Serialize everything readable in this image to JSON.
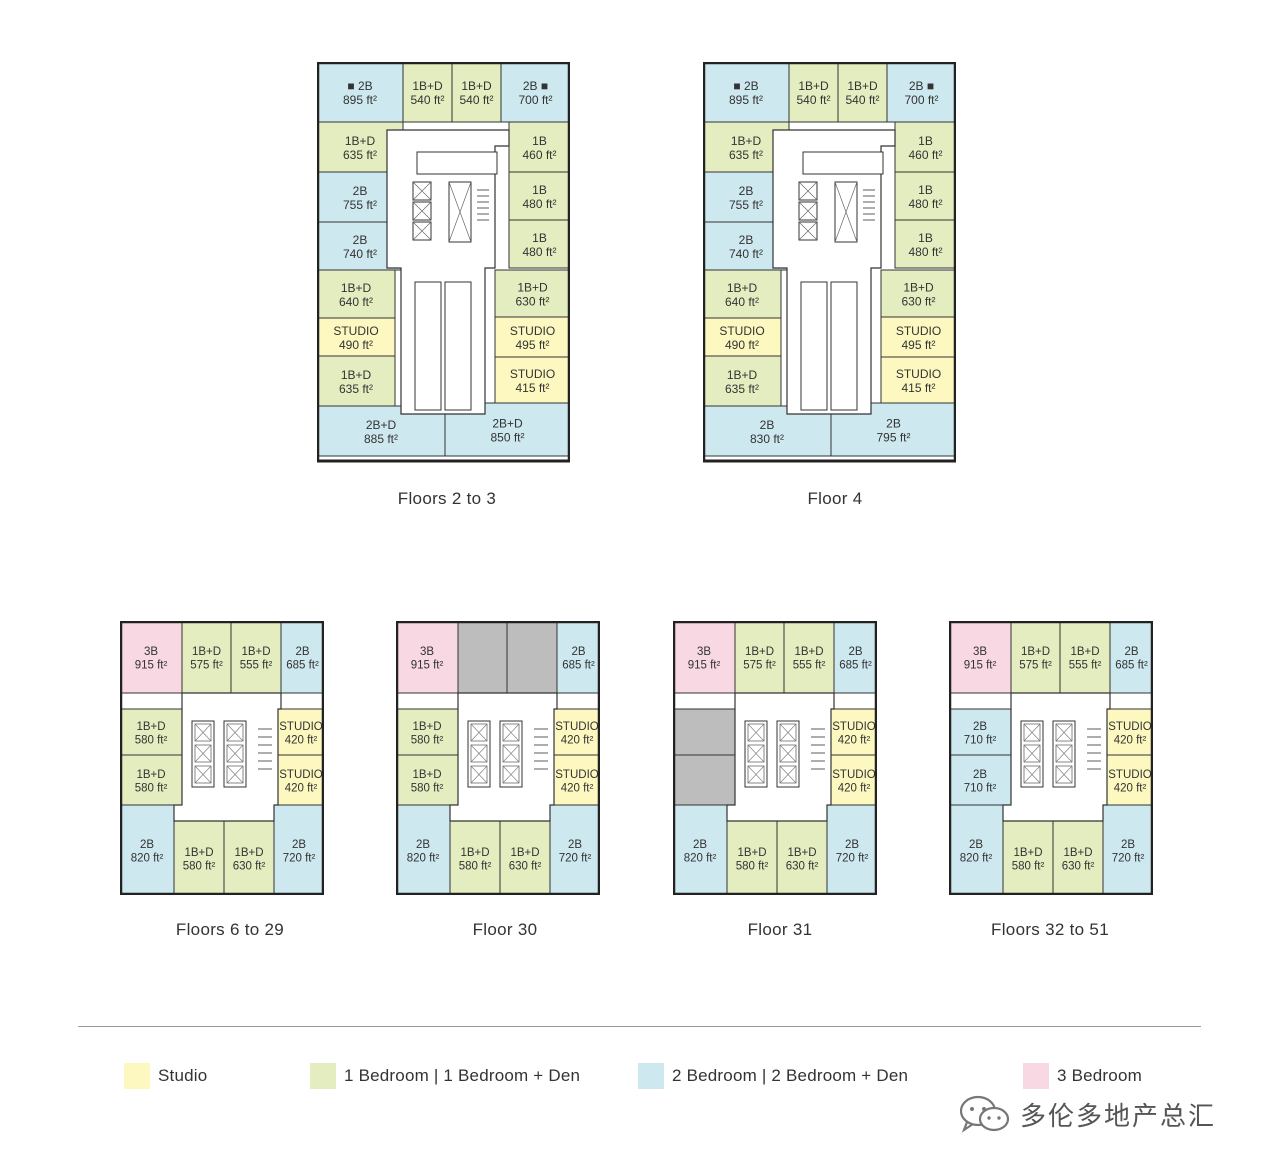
{
  "colors": {
    "studio": "#fcf8c0",
    "one": "#e4edc0",
    "two": "#cde8ef",
    "three": "#f8d8e2",
    "grey": "#bdbdbd",
    "core": "#ffffff",
    "wall": "#222222"
  },
  "plans": [
    {
      "id": "p1",
      "caption": "Floors 2 to 3",
      "units": [
        {
          "t": "two",
          "l1": "■ 2B",
          "l2": "895 ft²"
        },
        {
          "t": "one",
          "l1": "1B+D",
          "l2": "540 ft²"
        },
        {
          "t": "one",
          "l1": "1B+D",
          "l2": "540 ft²"
        },
        {
          "t": "two",
          "l1": "2B ■",
          "l2": "700 ft²"
        },
        {
          "t": "one",
          "l1": "1B+D",
          "l2": "635 ft²"
        },
        {
          "t": "one",
          "l1": "1B",
          "l2": "460 ft²"
        },
        {
          "t": "two",
          "l1": "2B",
          "l2": "755 ft²"
        },
        {
          "t": "one",
          "l1": "1B",
          "l2": "480 ft²"
        },
        {
          "t": "two",
          "l1": "2B",
          "l2": "740 ft²"
        },
        {
          "t": "one",
          "l1": "1B",
          "l2": "480 ft²"
        },
        {
          "t": "one",
          "l1": "1B+D",
          "l2": "640 ft²"
        },
        {
          "t": "one",
          "l1": "1B+D",
          "l2": "630 ft²"
        },
        {
          "t": "studio",
          "l1": "STUDIO",
          "l2": "490 ft²"
        },
        {
          "t": "studio",
          "l1": "STUDIO",
          "l2": "495 ft²"
        },
        {
          "t": "one",
          "l1": "1B+D",
          "l2": "635 ft²"
        },
        {
          "t": "studio",
          "l1": "STUDIO",
          "l2": "415 ft²"
        },
        {
          "t": "two",
          "l1": "2B+D",
          "l2": "885 ft²"
        },
        {
          "t": "two",
          "l1": "2B+D",
          "l2": "850 ft²"
        }
      ]
    },
    {
      "id": "p2",
      "caption": "Floor 4",
      "units": [
        {
          "t": "two",
          "l1": "■ 2B",
          "l2": "895 ft²"
        },
        {
          "t": "one",
          "l1": "1B+D",
          "l2": "540 ft²"
        },
        {
          "t": "one",
          "l1": "1B+D",
          "l2": "540 ft²"
        },
        {
          "t": "two",
          "l1": "2B ■",
          "l2": "700 ft²"
        },
        {
          "t": "one",
          "l1": "1B+D",
          "l2": "635 ft²"
        },
        {
          "t": "one",
          "l1": "1B",
          "l2": "460 ft²"
        },
        {
          "t": "two",
          "l1": "2B",
          "l2": "755 ft²"
        },
        {
          "t": "one",
          "l1": "1B",
          "l2": "480 ft²"
        },
        {
          "t": "two",
          "l1": "2B",
          "l2": "740 ft²"
        },
        {
          "t": "one",
          "l1": "1B",
          "l2": "480 ft²"
        },
        {
          "t": "one",
          "l1": "1B+D",
          "l2": "640 ft²"
        },
        {
          "t": "one",
          "l1": "1B+D",
          "l2": "630 ft²"
        },
        {
          "t": "studio",
          "l1": "STUDIO",
          "l2": "490 ft²"
        },
        {
          "t": "studio",
          "l1": "STUDIO",
          "l2": "495 ft²"
        },
        {
          "t": "one",
          "l1": "1B+D",
          "l2": "635 ft²"
        },
        {
          "t": "studio",
          "l1": "STUDIO",
          "l2": "415 ft²"
        },
        {
          "t": "two",
          "l1": "2B",
          "l2": "830 ft²"
        },
        {
          "t": "two",
          "l1": "2B",
          "l2": "795 ft²"
        }
      ]
    },
    {
      "id": "p3",
      "caption": "Floors 6 to 29",
      "units": [
        {
          "t": "three",
          "l1": "3B",
          "l2": "915 ft²"
        },
        {
          "t": "one",
          "l1": "1B+D",
          "l2": "575 ft²"
        },
        {
          "t": "one",
          "l1": "1B+D",
          "l2": "555 ft²"
        },
        {
          "t": "two",
          "l1": "2B",
          "l2": "685 ft²"
        },
        {
          "t": "one",
          "l1": "1B+D",
          "l2": "580 ft²"
        },
        {
          "t": "studio",
          "l1": "STUDIO",
          "l2": "420 ft²"
        },
        {
          "t": "one",
          "l1": "1B+D",
          "l2": "580 ft²"
        },
        {
          "t": "studio",
          "l1": "STUDIO",
          "l2": "420 ft²"
        },
        {
          "t": "two",
          "l1": "2B",
          "l2": "820 ft²"
        },
        {
          "t": "one",
          "l1": "1B+D",
          "l2": "580 ft²"
        },
        {
          "t": "one",
          "l1": "1B+D",
          "l2": "630 ft²"
        },
        {
          "t": "two",
          "l1": "2B",
          "l2": "720 ft²"
        }
      ]
    },
    {
      "id": "p4",
      "caption": "Floor 30",
      "units": [
        {
          "t": "three",
          "l1": "3B",
          "l2": "915 ft²"
        },
        {
          "t": "grey",
          "l1": "",
          "l2": ""
        },
        {
          "t": "grey",
          "l1": "",
          "l2": ""
        },
        {
          "t": "two",
          "l1": "2B",
          "l2": "685 ft²"
        },
        {
          "t": "one",
          "l1": "1B+D",
          "l2": "580 ft²"
        },
        {
          "t": "studio",
          "l1": "STUDIO",
          "l2": "420 ft²"
        },
        {
          "t": "one",
          "l1": "1B+D",
          "l2": "580 ft²"
        },
        {
          "t": "studio",
          "l1": "STUDIO",
          "l2": "420 ft²"
        },
        {
          "t": "two",
          "l1": "2B",
          "l2": "820 ft²"
        },
        {
          "t": "one",
          "l1": "1B+D",
          "l2": "580 ft²"
        },
        {
          "t": "one",
          "l1": "1B+D",
          "l2": "630 ft²"
        },
        {
          "t": "two",
          "l1": "2B",
          "l2": "720 ft²"
        }
      ]
    },
    {
      "id": "p5",
      "caption": "Floor 31",
      "units": [
        {
          "t": "three",
          "l1": "3B",
          "l2": "915 ft²"
        },
        {
          "t": "one",
          "l1": "1B+D",
          "l2": "575 ft²"
        },
        {
          "t": "one",
          "l1": "1B+D",
          "l2": "555 ft²"
        },
        {
          "t": "two",
          "l1": "2B",
          "l2": "685 ft²"
        },
        {
          "t": "grey",
          "l1": "",
          "l2": ""
        },
        {
          "t": "studio",
          "l1": "STUDIO",
          "l2": "420 ft²"
        },
        {
          "t": "grey",
          "l1": "",
          "l2": ""
        },
        {
          "t": "studio",
          "l1": "STUDIO",
          "l2": "420 ft²"
        },
        {
          "t": "two",
          "l1": "2B",
          "l2": "820 ft²"
        },
        {
          "t": "one",
          "l1": "1B+D",
          "l2": "580 ft²"
        },
        {
          "t": "one",
          "l1": "1B+D",
          "l2": "630 ft²"
        },
        {
          "t": "two",
          "l1": "2B",
          "l2": "720 ft²"
        }
      ]
    },
    {
      "id": "p6",
      "caption": "Floors 32 to 51",
      "units": [
        {
          "t": "three",
          "l1": "3B",
          "l2": "915 ft²"
        },
        {
          "t": "one",
          "l1": "1B+D",
          "l2": "575 ft²"
        },
        {
          "t": "one",
          "l1": "1B+D",
          "l2": "555 ft²"
        },
        {
          "t": "two",
          "l1": "2B",
          "l2": "685 ft²"
        },
        {
          "t": "two",
          "l1": "2B",
          "l2": "710 ft²"
        },
        {
          "t": "studio",
          "l1": "STUDIO",
          "l2": "420 ft²"
        },
        {
          "t": "two",
          "l1": "2B",
          "l2": "710 ft²"
        },
        {
          "t": "studio",
          "l1": "STUDIO",
          "l2": "420 ft²"
        },
        {
          "t": "two",
          "l1": "2B",
          "l2": "820 ft²"
        },
        {
          "t": "one",
          "l1": "1B+D",
          "l2": "580 ft²"
        },
        {
          "t": "one",
          "l1": "1B+D",
          "l2": "630 ft²"
        },
        {
          "t": "two",
          "l1": "2B",
          "l2": "720 ft²"
        }
      ]
    }
  ],
  "legend": [
    {
      "color": "#fcf8c0",
      "label": "Studio"
    },
    {
      "color": "#e4edc0",
      "label": "1 Bedroom | 1 Bedroom + Den"
    },
    {
      "color": "#cde8ef",
      "label": "2 Bedroom | 2 Bedroom + Den"
    },
    {
      "color": "#f8d8e2",
      "label": "3 Bedroom"
    }
  ],
  "watermark": {
    "text": "多伦多地产总汇",
    "icon": "wechat-icon"
  }
}
